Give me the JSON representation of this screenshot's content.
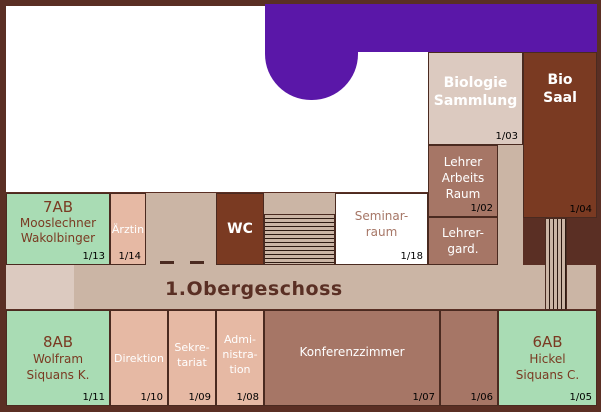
{
  "floor_label": "1.Obergeschoss",
  "colors": {
    "wall": "#5a2f24",
    "courtyard": "#ffffff",
    "purple_area": "#5a17a8",
    "corridor": "#cbb5a5",
    "classroom": "#a9dcb4",
    "light_room": "#e6b9a4",
    "medium_room": "#a67666",
    "dark_room": "#7a3a22",
    "pale_room": "#dccac0"
  },
  "rooms": {
    "biologie_sammlung": {
      "label": "Biologie\nSammlung",
      "number": "1/03"
    },
    "bio_saal": {
      "label": "Bio\nSaal",
      "number": "1/04"
    },
    "lehrer_arbeitsraum": {
      "label": "Lehrer\nArbeits\nRaum",
      "number": "1/02"
    },
    "lehrergarderobe": {
      "label": "Lehrer-\ngard."
    },
    "seminarraum": {
      "label": "Seminar-\nraum",
      "number": "1/18"
    },
    "wc": {
      "label": "WC"
    },
    "aerztin": {
      "label": "Ärztin",
      "number": "1/14"
    },
    "class_7ab": {
      "label": "7AB",
      "sublabel": "Mooslechner\nWakolbinger",
      "number": "1/13"
    },
    "class_8ab": {
      "label": "8AB",
      "sublabel": "Wolfram\nSiquans K.",
      "number": "1/11"
    },
    "direktion": {
      "label": "Direktion",
      "number": "1/10"
    },
    "sekretariat": {
      "label": "Sekre-\ntariat",
      "number": "1/09"
    },
    "administration": {
      "label": "Admi-\nnistra-\ntion",
      "number": "1/08"
    },
    "konferenzzimmer": {
      "label": "Konferenzzimmer",
      "number": "1/07"
    },
    "room_106": {
      "label": "",
      "number": "1/06"
    },
    "class_6ab": {
      "label": "6AB",
      "sublabel": "Hickel\nSiquans C.",
      "number": "1/05"
    }
  }
}
